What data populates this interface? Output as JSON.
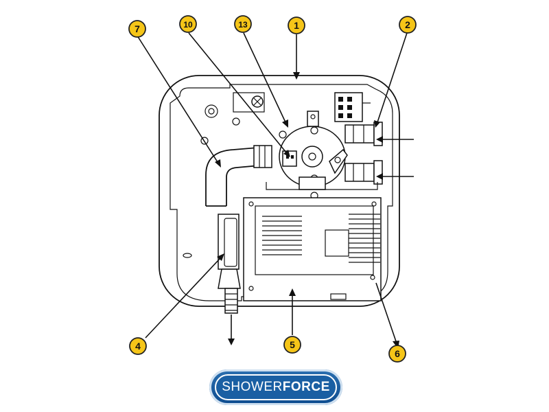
{
  "callouts": [
    {
      "id": "c1",
      "label": "1"
    },
    {
      "id": "c2",
      "label": "2"
    },
    {
      "id": "c4",
      "label": "4"
    },
    {
      "id": "c5",
      "label": "5"
    },
    {
      "id": "c6",
      "label": "6"
    },
    {
      "id": "c7",
      "label": "7"
    },
    {
      "id": "c10",
      "label": "10"
    },
    {
      "id": "c13",
      "label": "13"
    }
  ],
  "logo": {
    "word1": "SHOWER",
    "word2": "FORCE"
  },
  "colors": {
    "callout_fill": "#f5c518",
    "logo_blue": "#1a5fa3",
    "line": "#111111"
  }
}
